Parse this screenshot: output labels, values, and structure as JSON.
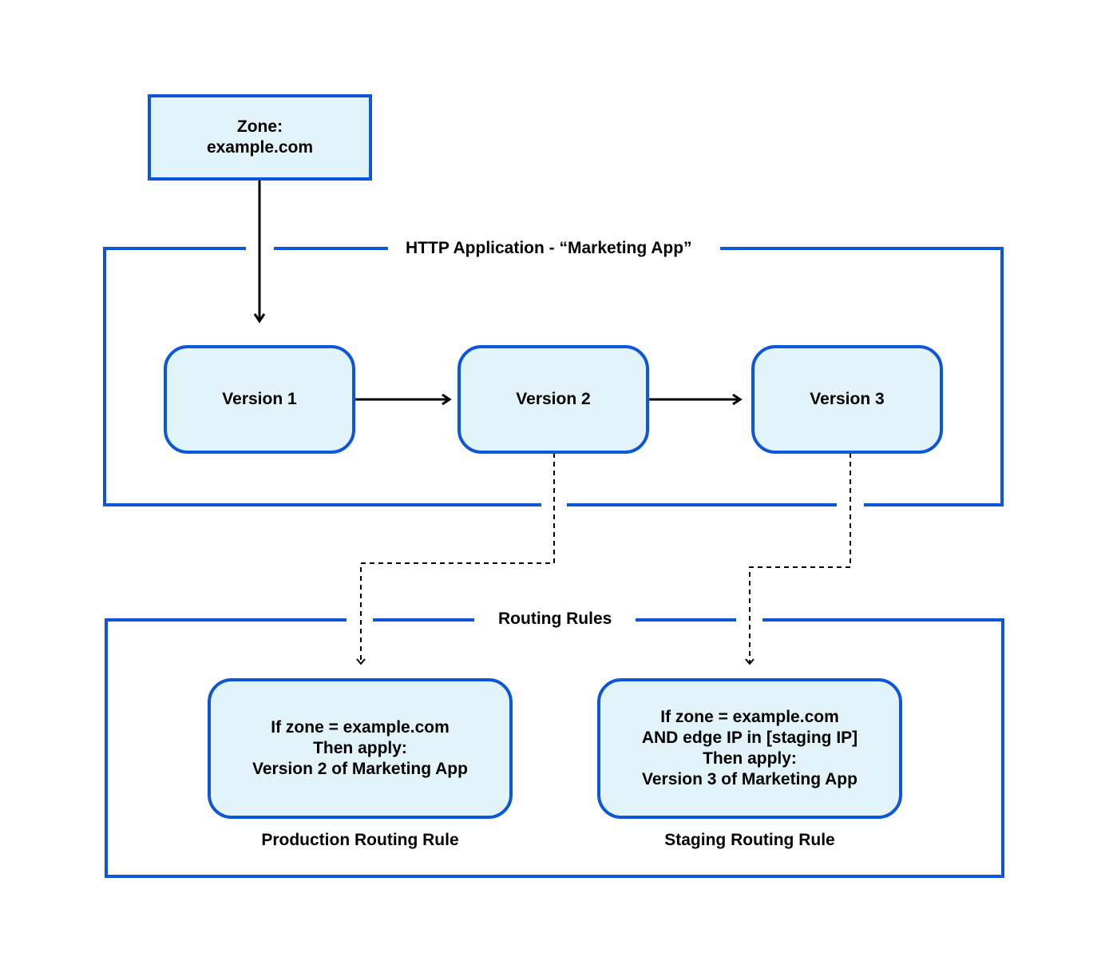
{
  "zone": {
    "text": "Zone:\nexample.com"
  },
  "http_app": {
    "label": "HTTP Application - “Marketing App”"
  },
  "versions": [
    {
      "label": "Version 1"
    },
    {
      "label": "Version 2"
    },
    {
      "label": "Version 3"
    }
  ],
  "routing_rules": {
    "label": "Routing Rules",
    "production": {
      "text": "If zone = example.com\nThen apply:\nVersion 2 of Marketing App",
      "caption": "Production Routing Rule"
    },
    "staging": {
      "text": "If zone = example.com\nAND edge IP in [staging IP]\nThen apply:\nVersion 3 of Marketing App",
      "caption": "Staging Routing Rule"
    }
  },
  "colors": {
    "border": "#0b57d8",
    "fill": "#e2f4fa",
    "line": "#000000"
  }
}
